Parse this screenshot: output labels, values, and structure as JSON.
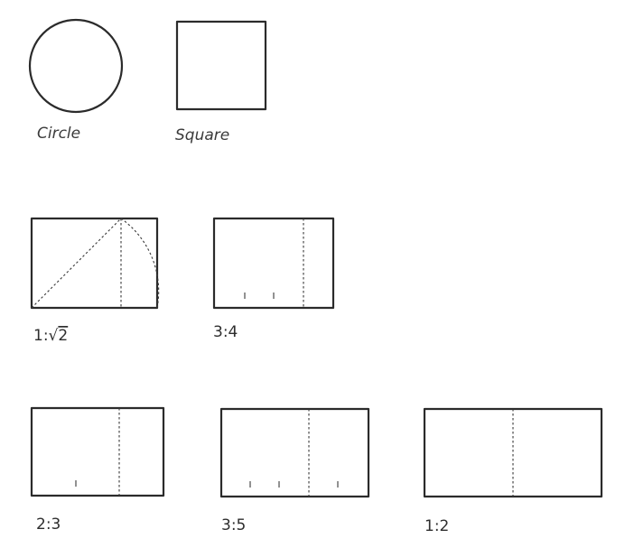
{
  "figures": {
    "circle": {
      "label": "Circle"
    },
    "square": {
      "label": "Square"
    },
    "root2": {
      "label_prefix": "1:",
      "label_radical": "√",
      "label_radicand": "2"
    },
    "r3_4": {
      "label": "3:4"
    },
    "r2_3": {
      "label": "2:3"
    },
    "r3_5": {
      "label": "3:5"
    },
    "r1_2": {
      "label": "1:2"
    }
  }
}
